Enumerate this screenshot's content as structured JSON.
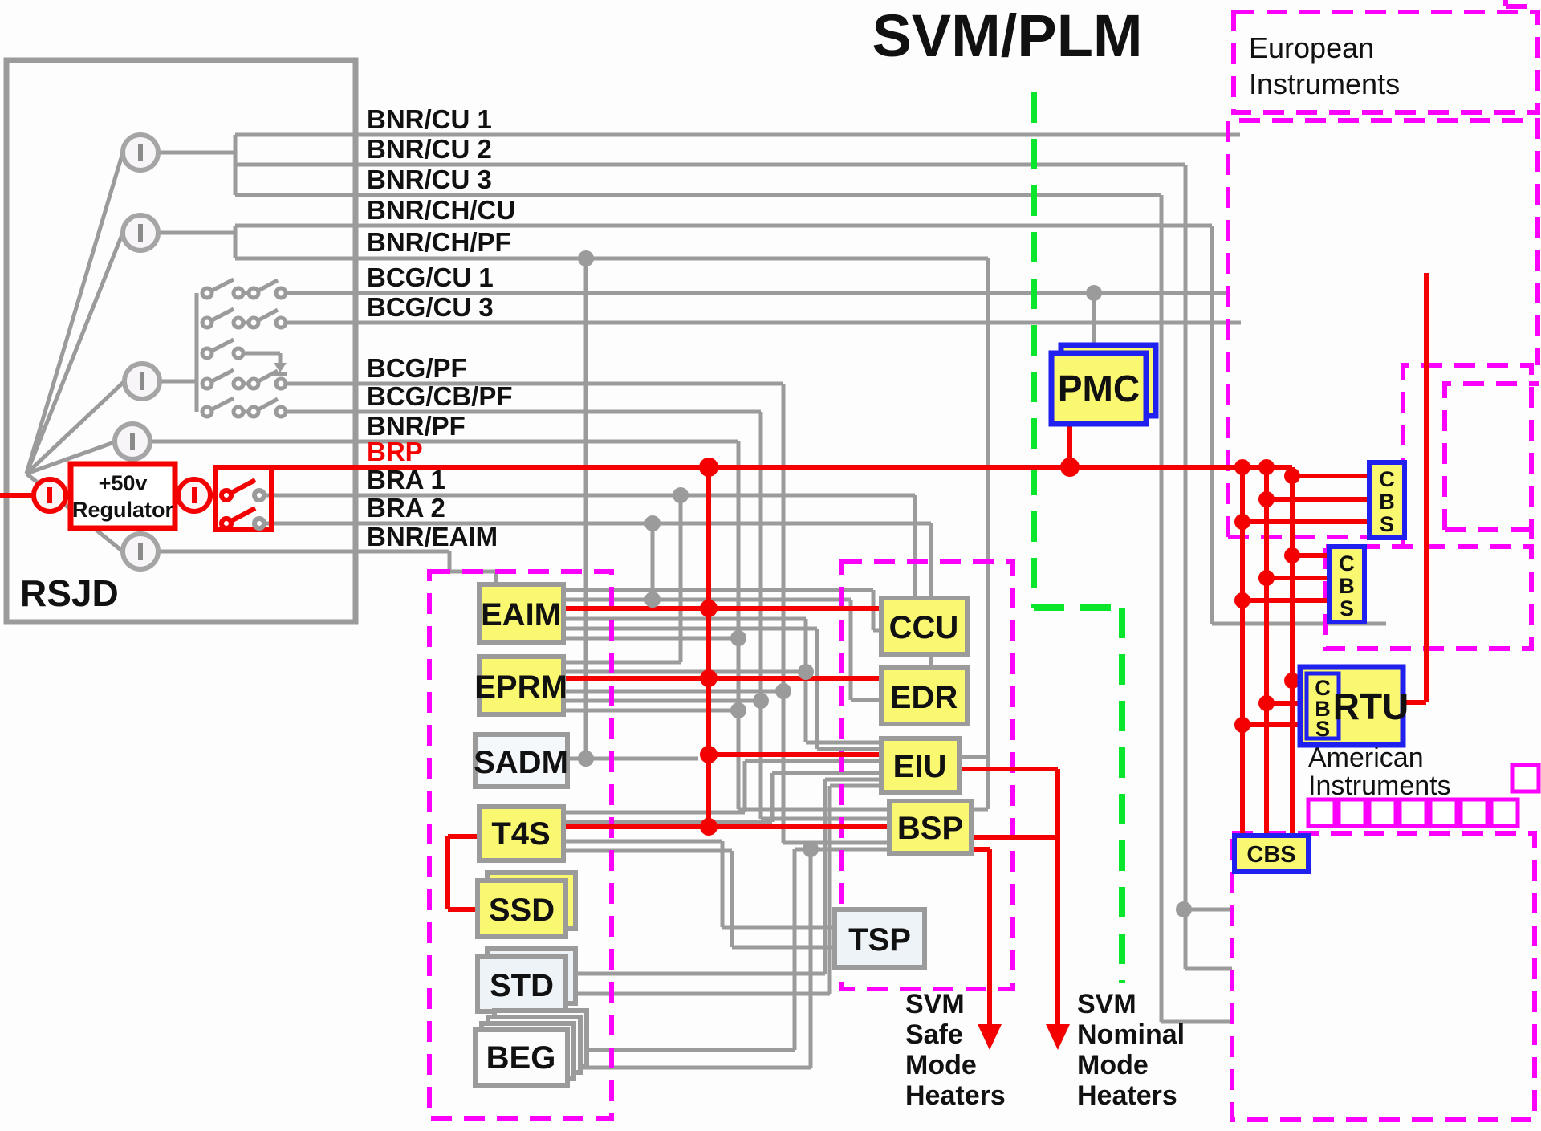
{
  "title": "SVM/PLM",
  "left_panel": {
    "label": "RSJD",
    "regulator_line1": "+50v",
    "regulator_line2": "Regulator"
  },
  "buses": [
    {
      "label": "BNR/CU 1"
    },
    {
      "label": "BNR/CU 2"
    },
    {
      "label": "BNR/CU 3"
    },
    {
      "label": "BNR/CH/CU"
    },
    {
      "label": "BNR/CH/PF"
    },
    {
      "label": "BCG/CU 1"
    },
    {
      "label": "BCG/CU 3"
    },
    {
      "label": "BCG/PF"
    },
    {
      "label": "BCG/CB/PF"
    },
    {
      "label": "BNR/PF"
    },
    {
      "label": "BRP"
    },
    {
      "label": "BRA 1"
    },
    {
      "label": "BRA 2"
    },
    {
      "label": "BNR/EAIM"
    }
  ],
  "units": {
    "eaim": "EAIM",
    "eprm": "EPRM",
    "sadm": "SADM",
    "t4s": "T4S",
    "ssd": "SSD",
    "std": "STD",
    "beg": "BEG",
    "ccu": "CCU",
    "edr": "EDR",
    "eiu": "EIU",
    "bsp": "BSP",
    "tsp": "TSP",
    "pmc": "PMC",
    "rtu": "RTU",
    "cbs": "CBS"
  },
  "cbs_letters": [
    "C",
    "B",
    "S"
  ],
  "groups": {
    "european_1": "European",
    "european_2": "Instruments",
    "american_1": "American",
    "american_2": "Instruments"
  },
  "heaters": {
    "safe": [
      "SVM",
      "Safe",
      "Mode",
      "Heaters"
    ],
    "nominal": [
      "SVM",
      "Nominal",
      "Mode",
      "Heaters"
    ]
  },
  "colors": {
    "wire_gray": "#9b9b9b",
    "power_red": "#f40000",
    "boundary_magenta": "#fb00fb",
    "divider_green": "#0ae62c",
    "unit_yellow": "#f9f870",
    "cbs_blue": "#2020ef",
    "unit_light": "#eef3f8"
  }
}
